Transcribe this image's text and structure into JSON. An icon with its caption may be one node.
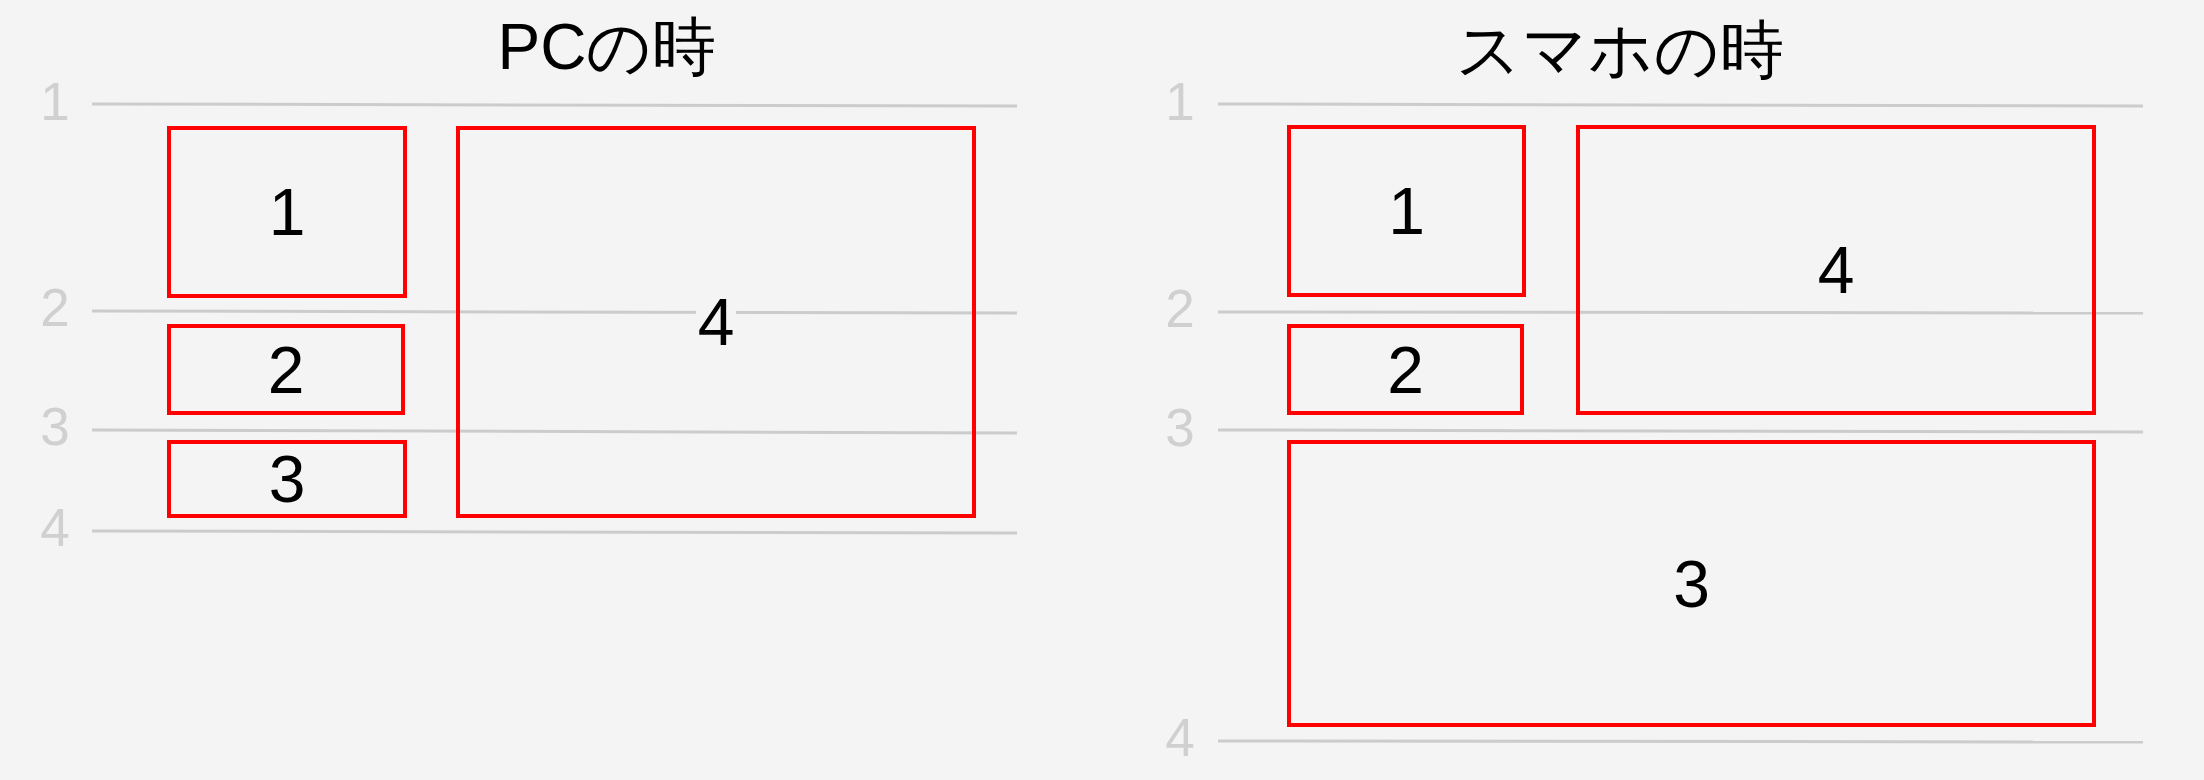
{
  "diagram": {
    "nodes": [
      {
        "text": [
          "1"
        ]
      },
      {
        "text": [
          "4"
        ]
      },
      {
        "text": [
          "2"
        ]
      },
      {
        "text": [
          "3"
        ]
      },
      {
        "text": [
          "1"
        ]
      },
      {
        "text": [
          "4"
        ]
      },
      {
        "text": [
          "2"
        ]
      },
      {
        "text": [
          "3"
        ]
      }
    ],
    "labels": [
      "PCの時",
      "スマホの時",
      "1",
      "1",
      "2",
      "2",
      "3",
      "3",
      "4",
      "4"
    ]
  }
}
